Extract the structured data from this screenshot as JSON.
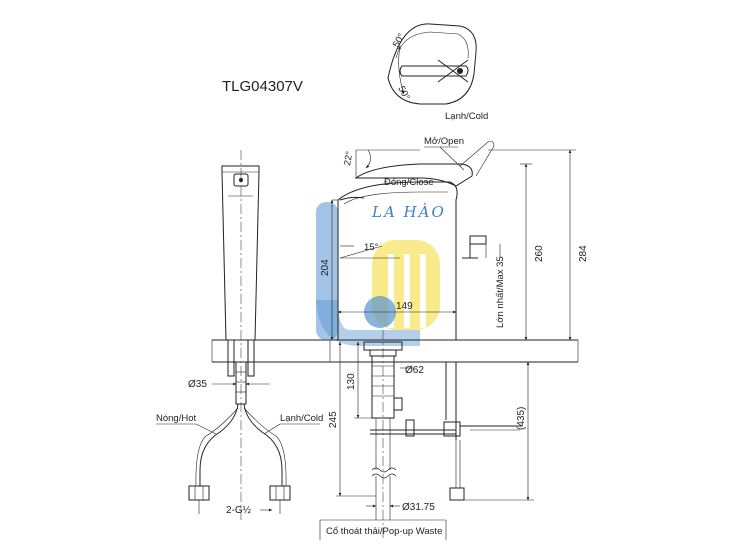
{
  "model_code": "TLG04307V",
  "watermark": "LA HÀO",
  "colors": {
    "line": "#222222",
    "watermark_blue": "#3b82c8",
    "watermark_yellow": "#f5e04a"
  },
  "top_view": {
    "angle_upper": "50°",
    "angle_lower": "50°",
    "cold_label": "Lạnh/Cold"
  },
  "side_view": {
    "open_label": "Mở/Open",
    "close_label": "Đóng/Close",
    "handle_angle": "22°",
    "spout_angle": "15°",
    "max_label": "Lớn nhất/Max 35",
    "dims": {
      "h204": "204",
      "w149": "149",
      "h260": "260",
      "h284": "284",
      "d62": "Ø62",
      "h130": "130",
      "h245": "245",
      "h435": "(435)",
      "d3175": "Ø31.75"
    },
    "waste_label": "Cổ thoát thải/Pop-up Waste"
  },
  "front_view": {
    "d35": "Ø35",
    "hot_label": "Nóng/Hot",
    "cold_label": "Lạnh/Cold",
    "thread": "2-G½"
  }
}
